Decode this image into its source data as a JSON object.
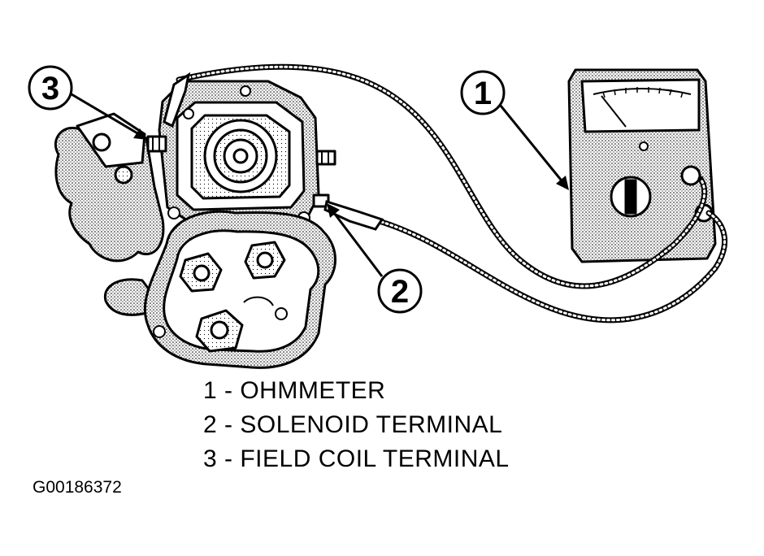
{
  "callouts": [
    {
      "number": "1",
      "component": "ohmmeter"
    },
    {
      "number": "2",
      "component": "solenoid-terminal"
    },
    {
      "number": "3",
      "component": "field-coil-terminal"
    }
  ],
  "legend": [
    {
      "text": "1 - OHMMETER"
    },
    {
      "text": "2 - SOLENOID TERMINAL"
    },
    {
      "text": "3 - FIELD COIL TERMINAL"
    }
  ],
  "figure_id": "G00186372",
  "colors": {
    "ink": "#000000",
    "paper": "#ffffff",
    "stipple": "#9a9a9a"
  }
}
